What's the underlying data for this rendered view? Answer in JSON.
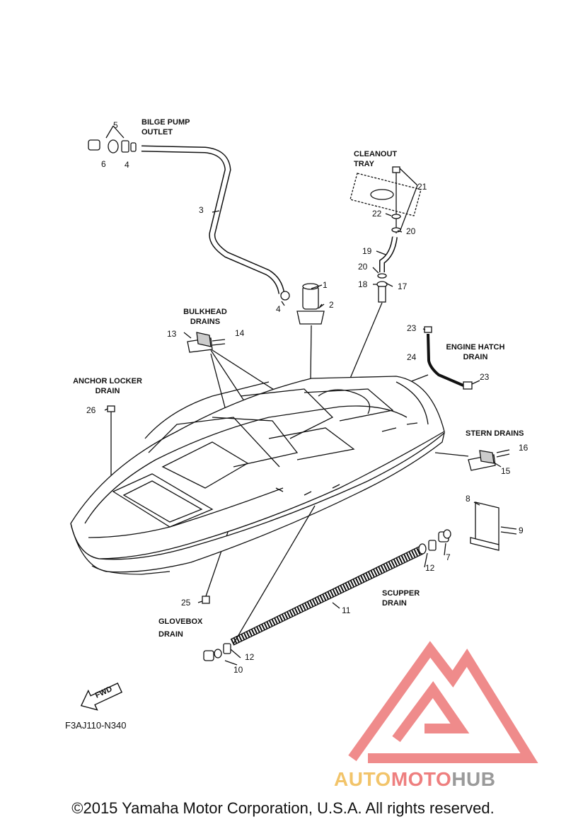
{
  "diagram": {
    "labels": {
      "bilge_pump_outlet": [
        "BILGE PUMP",
        "OUTLET"
      ],
      "cleanout_tray": [
        "CLEANOUT",
        "TRAY"
      ],
      "bulkhead_drains": [
        "BULKHEAD",
        "DRAINS"
      ],
      "engine_hatch_drain": [
        "ENGINE HATCH",
        "DRAIN"
      ],
      "anchor_locker_drain": [
        "ANCHOR LOCKER",
        "DRAIN"
      ],
      "stern_drains": "STERN DRAINS",
      "scupper_drain": [
        "SCUPPER",
        "DRAIN"
      ],
      "glovebox_drain": [
        "GLOVEBOX",
        "DRAIN"
      ]
    },
    "callouts": {
      "p1": "1",
      "p2": "2",
      "p3": "3",
      "p4a": "4",
      "p4b": "4",
      "p5": "5",
      "p6": "6",
      "p7": "7",
      "p8": "8",
      "p9": "9",
      "p10": "10",
      "p11": "11",
      "p12a": "12",
      "p12b": "12",
      "p13": "13",
      "p14": "14",
      "p15": "15",
      "p16": "16",
      "p17": "17",
      "p18": "18",
      "p19": "19",
      "p20a": "20",
      "p20b": "20",
      "p21": "21",
      "p22": "22",
      "p23a": "23",
      "p23b": "23",
      "p24": "24",
      "p25": "25",
      "p26": "26"
    },
    "fwd_arrow": "FWD",
    "figure_code": "F3AJ110-N340"
  },
  "copyright": "©2015 Yamaha Motor Corporation, U.S.A. All rights reserved.",
  "watermark": {
    "part1": "AUTO",
    "part2": "MOTO",
    "part3": "HUB"
  },
  "colors": {
    "line": "#111111",
    "watermark_red": "#ee7f7f",
    "watermark_yellow": "#f2c46a",
    "watermark_gray": "#9a9a9a"
  }
}
